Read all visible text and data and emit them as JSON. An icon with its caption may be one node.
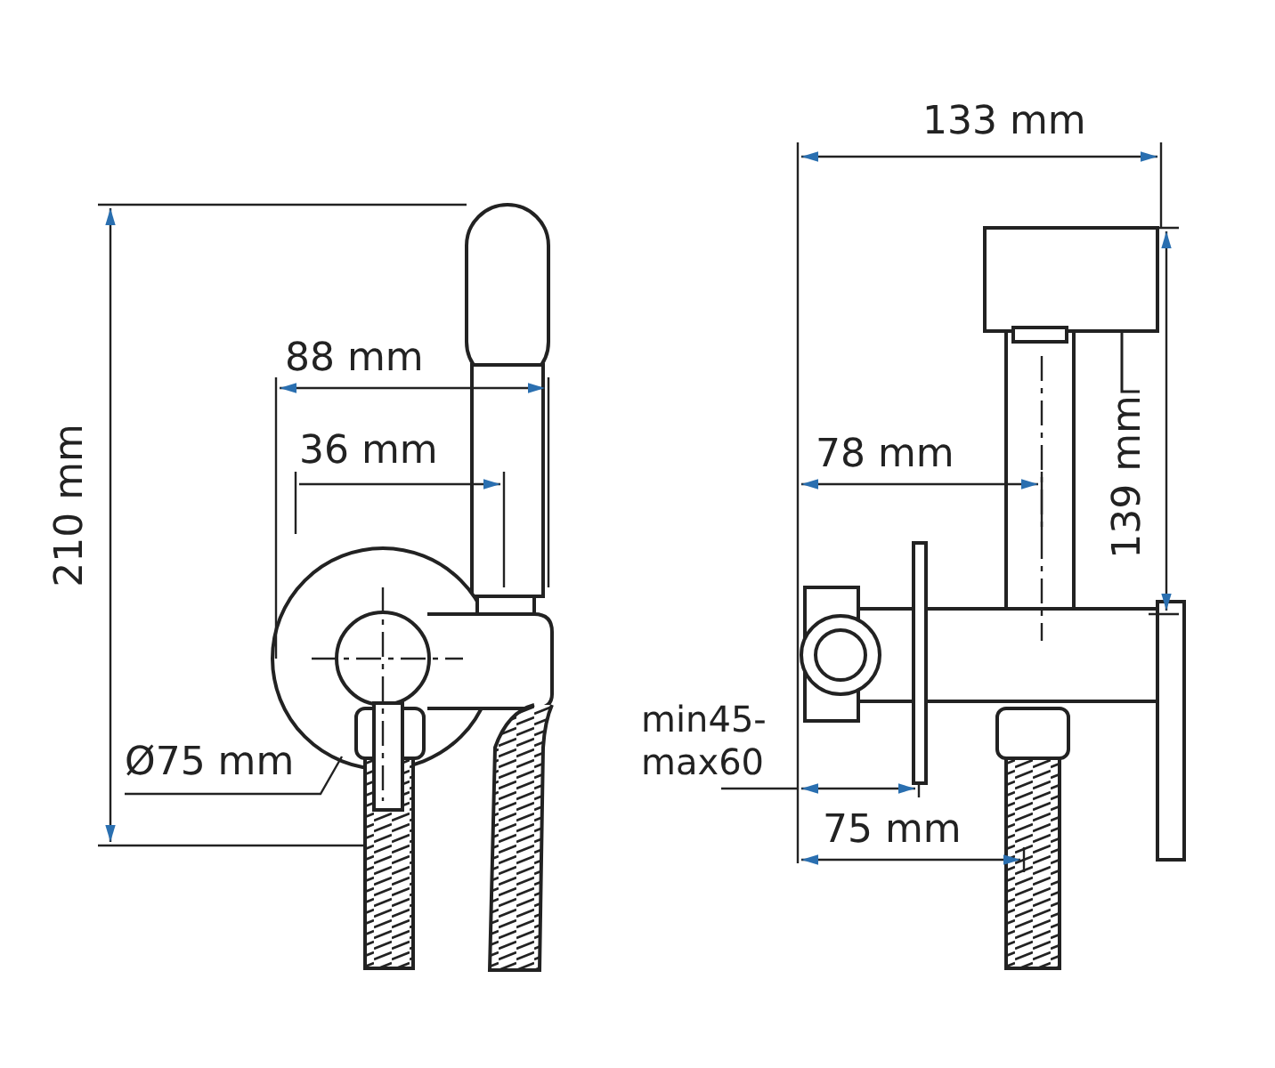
{
  "diagram": {
    "labels": [
      "210 mm",
      "88 mm",
      "36 mm",
      "Ø75 mm",
      "133 mm",
      "78 mm",
      "139 mm",
      "min45- max60",
      "75 mm"
    ]
  }
}
